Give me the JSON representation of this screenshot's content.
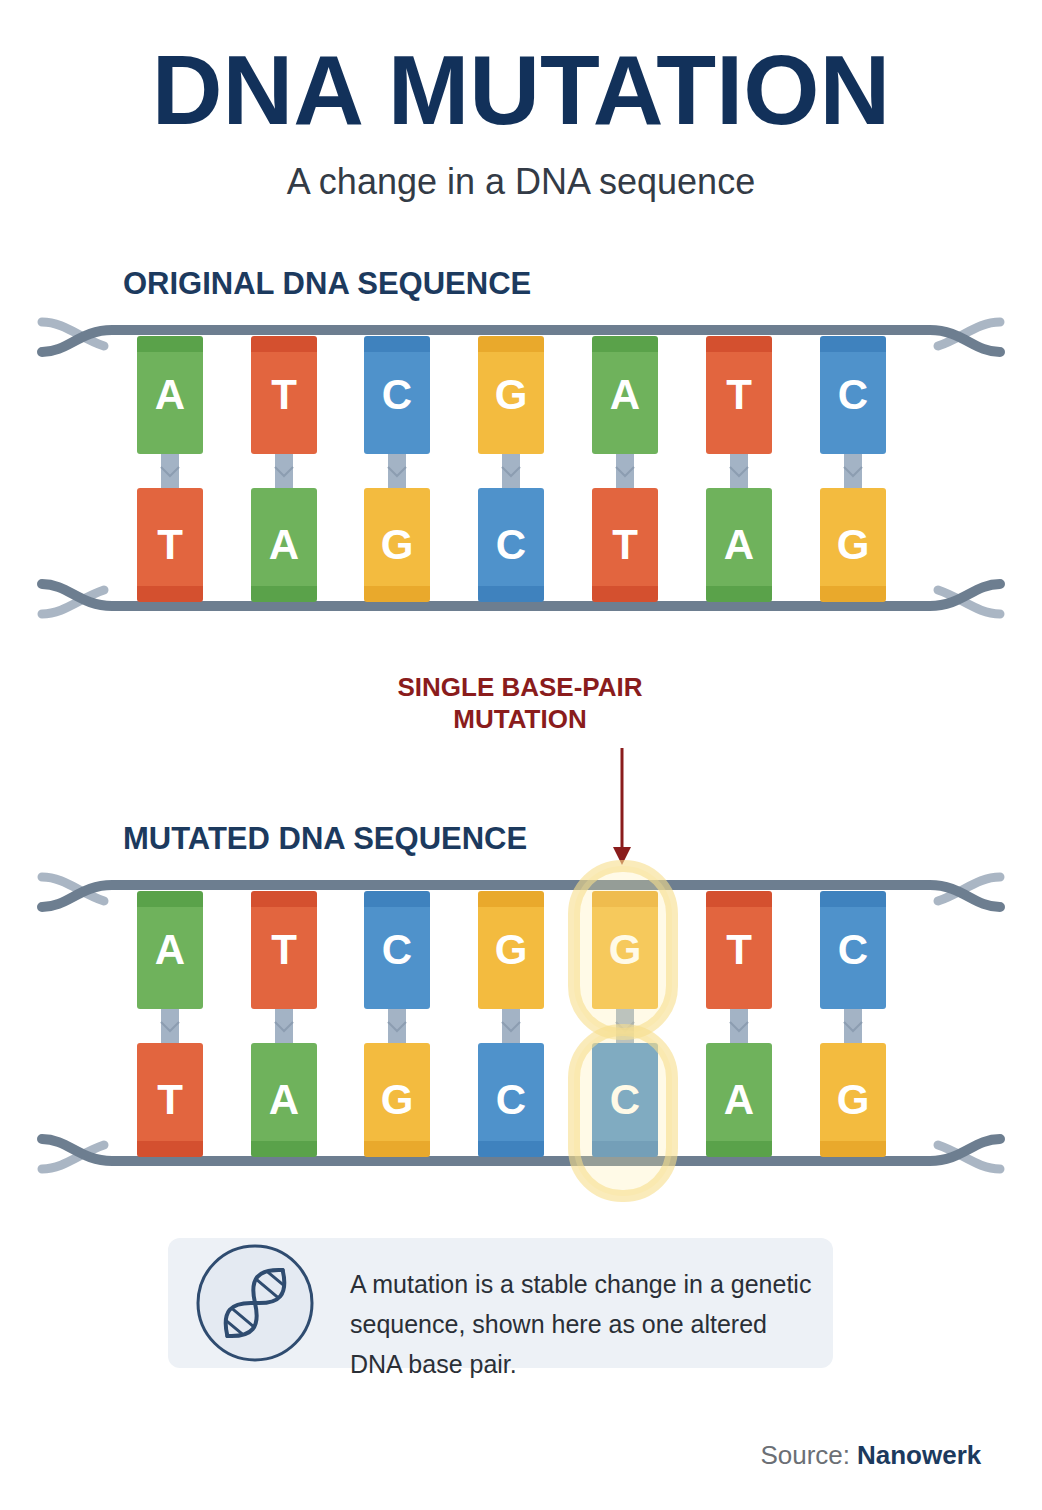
{
  "diagram": {
    "title": "DNA MUTATION",
    "nodes": [
      {
        "text": [
          "A"
        ]
      },
      {
        "text": [
          "T"
        ]
      },
      {
        "text": [
          "C"
        ]
      },
      {
        "text": [
          "G"
        ]
      },
      {
        "text": [
          "A"
        ]
      },
      {
        "text": [
          "T"
        ]
      },
      {
        "text": [
          "C"
        ]
      },
      {
        "text": [
          "T"
        ]
      },
      {
        "text": [
          "A"
        ]
      },
      {
        "text": [
          "G"
        ]
      },
      {
        "text": [
          "C"
        ]
      },
      {
        "text": [
          "T"
        ]
      },
      {
        "text": [
          "A"
        ]
      },
      {
        "text": [
          "G"
        ]
      },
      {
        "text": [
          "A"
        ]
      },
      {
        "text": [
          "T"
        ]
      },
      {
        "text": [
          "C"
        ]
      },
      {
        "text": [
          "G"
        ]
      },
      {
        "text": [
          "G"
        ]
      },
      {
        "text": [
          "T"
        ]
      },
      {
        "text": [
          "C"
        ]
      },
      {
        "text": [
          "T"
        ]
      },
      {
        "text": [
          "A"
        ]
      },
      {
        "text": [
          "G"
        ]
      },
      {
        "text": [
          "C"
        ]
      },
      {
        "text": [
          "C"
        ]
      },
      {
        "text": [
          "A"
        ]
      },
      {
        "text": [
          "G"
        ]
      },
      {
        "text": [
          "A mutation is a stable change in a genetic sequence, shown here as one altered DNA base pair."
        ]
      }
    ],
    "edges": [
      {
        "from": 0,
        "to": 7,
        "arrow": "none"
      },
      {
        "from": 1,
        "to": 8,
        "arrow": "none"
      },
      {
        "from": 2,
        "to": 9,
        "arrow": "none"
      },
      {
        "from": 3,
        "to": 10,
        "arrow": "none"
      },
      {
        "from": 4,
        "to": 11,
        "arrow": "none"
      },
      {
        "from": 5,
        "to": 12,
        "arrow": "none"
      },
      {
        "from": 6,
        "to": 13,
        "arrow": "none"
      },
      {
        "from": 14,
        "to": 21,
        "arrow": "none"
      },
      {
        "from": 15,
        "to": 22,
        "arrow": "none"
      },
      {
        "from": 16,
        "to": 23,
        "arrow": "none"
      },
      {
        "from": 17,
        "to": 24,
        "arrow": "none"
      },
      {
        "from": 18,
        "to": 25,
        "arrow": "none"
      },
      {
        "from": 19,
        "to": 26,
        "arrow": "none"
      },
      {
        "from": 20,
        "to": 27,
        "arrow": "none"
      }
    ],
    "labels": [
      "A change in a DNA sequence",
      "ORIGINAL DNA SEQUENCE",
      "SINGLE BASE-PAIR MUTATION",
      "MUTATED DNA SEQUENCE",
      "Source:",
      "Nanowerk"
    ]
  }
}
